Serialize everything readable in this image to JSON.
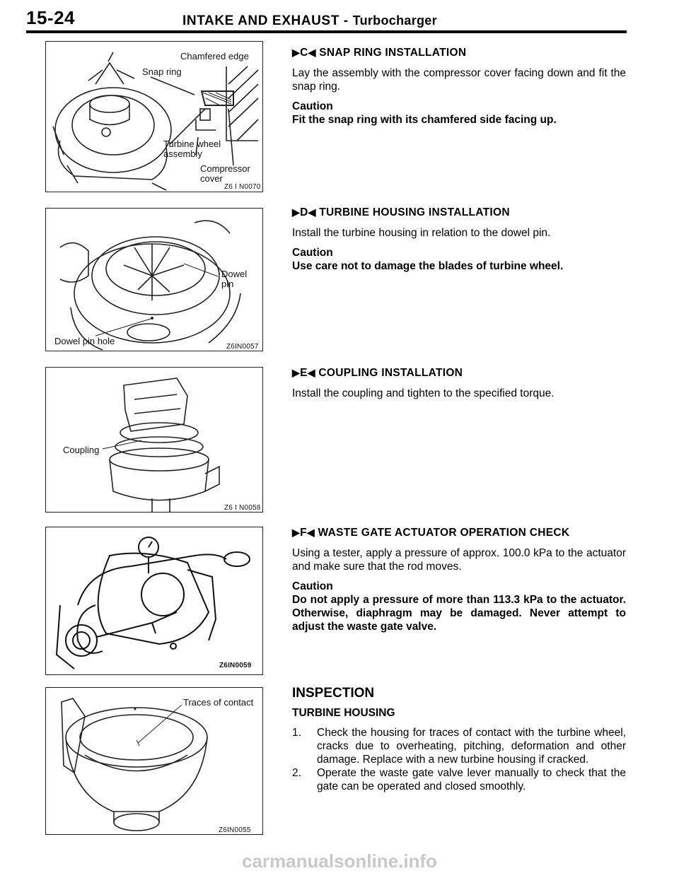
{
  "header": {
    "page_number": "15-24",
    "title": "INTAKE AND EXHAUST -",
    "subtitle": "Turbocharger"
  },
  "figures": [
    {
      "callouts": [
        "Chamfered edge",
        "Snap ring",
        "Turbine wheel\nassembly",
        "Compressor\ncover"
      ],
      "code": "Z6 I N0070"
    },
    {
      "callouts": [
        "Dowel\npin",
        "Dowel pin hole"
      ],
      "code": "Z6IN0057"
    },
    {
      "callouts": [
        "Coupling"
      ],
      "code": "Z6 I N0058"
    },
    {
      "callouts": [],
      "code": "Z6IN0059"
    },
    {
      "callouts": [
        "Traces of contact"
      ],
      "code": "Z6IN0055"
    }
  ],
  "sections": {
    "c": {
      "marker_left": "▶",
      "letter": "C",
      "marker_right": "◀",
      "title": "SNAP RING INSTALLATION",
      "body": "Lay the assembly with the compressor cover facing down and fit the snap ring.",
      "caution_label": "Caution",
      "caution": "Fit the snap ring with its chamfered side facing up."
    },
    "d": {
      "marker_left": "▶",
      "letter": "D",
      "marker_right": "◀",
      "title": "TURBINE HOUSING INSTALLATION",
      "body": "Install the turbine housing in relation to the dowel pin.",
      "caution_label": "Caution",
      "caution": "Use care not to damage the blades of turbine wheel."
    },
    "e": {
      "marker_left": "▶",
      "letter": "E",
      "marker_right": "◀",
      "title": "COUPLING INSTALLATION",
      "body": "Install the coupling and tighten to the specified torque."
    },
    "f": {
      "marker_left": "▶",
      "letter": "F",
      "marker_right": "◀",
      "title": "WASTE GATE ACTUATOR OPERATION CHECK",
      "body": "Using a tester, apply a pressure of approx. 100.0 kPa to the actuator and make sure that the rod moves.",
      "caution_label": "Caution",
      "caution": "Do not apply a pressure of more than 113.3 kPa to the actuator. Otherwise, diaphragm may be damaged. Never attempt to adjust the waste gate valve."
    },
    "inspection": {
      "heading": "INSPECTION",
      "subheading": "TURBINE HOUSING",
      "items": [
        {
          "num": "1.",
          "text": "Check the housing for traces of contact with the turbine wheel, cracks due to overheating, pitching, deformation and other damage. Replace with a new turbine housing if cracked."
        },
        {
          "num": "2.",
          "text": "Operate the waste gate valve lever manually to check that the gate can be operated and closed smoothly."
        }
      ]
    }
  },
  "watermark": "carmanualsonline.info"
}
